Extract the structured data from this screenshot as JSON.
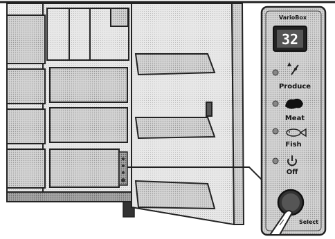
{
  "figure": {
    "subject": "refrigerator-with-variobox-control-panel"
  },
  "control_panel": {
    "title": "VarioBox",
    "display_value": "32",
    "modes": [
      {
        "label": "Produce",
        "icon": "vegetable-icon"
      },
      {
        "label": "Meat",
        "icon": "meat-icon"
      },
      {
        "label": "Fish",
        "icon": "fish-icon"
      },
      {
        "label": "Off",
        "icon": "power-icon"
      }
    ],
    "select_button_label": "Select"
  }
}
